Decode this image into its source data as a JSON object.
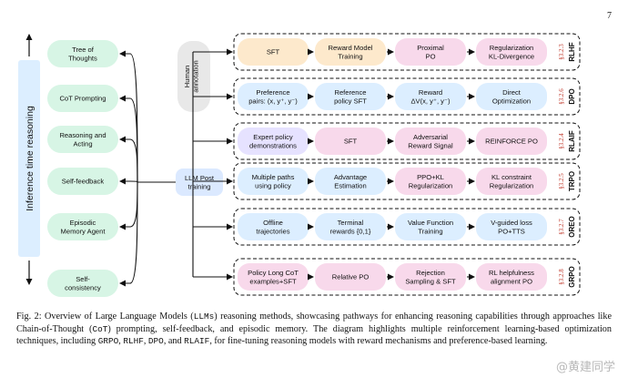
{
  "page_number": "7",
  "axis_label": "Inference time reasoning",
  "left_boxes": [
    {
      "id": "tot",
      "lines": [
        "Tree of",
        "Thoughts"
      ]
    },
    {
      "id": "cot",
      "lines": [
        "CoT Prompting"
      ]
    },
    {
      "id": "ra",
      "lines": [
        "Reasoning and",
        "Acting"
      ]
    },
    {
      "id": "sf",
      "lines": [
        "Self-feedback"
      ]
    },
    {
      "id": "ema",
      "lines": [
        "Episodic",
        "Memory Agent"
      ]
    },
    {
      "id": "sc",
      "lines": [
        "Self-",
        "consistency"
      ]
    }
  ],
  "center_box": {
    "lines": [
      "LLM Post",
      "training"
    ]
  },
  "human_box": {
    "lines": [
      "Human",
      "annotation"
    ]
  },
  "rows": [
    {
      "tag": "RLHF",
      "section": "§3.2.3",
      "steps": [
        [
          "SFT"
        ],
        [
          "Reward Model",
          "Training"
        ],
        [
          "Proximal",
          "PO"
        ],
        [
          "Regularization",
          "KL-Divergence"
        ]
      ]
    },
    {
      "tag": "DPO",
      "section": "§3.2.6",
      "steps": [
        [
          "Preference",
          "pairs: (x, y⁺, y⁻)"
        ],
        [
          "Reference",
          "policy SFT"
        ],
        [
          "Reward",
          "ΔV(x, y⁺, y⁻)"
        ],
        [
          "Direct",
          "Optimization"
        ]
      ]
    },
    {
      "tag": "RLAIF",
      "section": "§3.2.4",
      "steps": [
        [
          "Expert policy",
          "demonstrations"
        ],
        [
          "SFT"
        ],
        [
          "Adversarial",
          "Reward Signal"
        ],
        [
          "REINFORCE PO"
        ]
      ]
    },
    {
      "tag": "TRPO",
      "section": "§3.2.5",
      "steps": [
        [
          "Multiple paths",
          "using policy"
        ],
        [
          "Advantage",
          "Estimation"
        ],
        [
          "PPO+KL",
          "Regularization"
        ],
        [
          "KL constraint",
          "Regularization"
        ]
      ]
    },
    {
      "tag": "OREO",
      "section": "§3.2.7",
      "steps": [
        [
          "Offline",
          "trajectories"
        ],
        [
          "Terminal",
          "rewards {0,1}"
        ],
        [
          "Value Function",
          "Training"
        ],
        [
          "V-guided loss",
          "PO+TTS"
        ]
      ]
    },
    {
      "tag": "GRPO",
      "section": "§3.2.8",
      "steps": [
        [
          "Policy Long CoT",
          "examples+SFT"
        ],
        [
          "Relative PO"
        ],
        [
          "Rejection",
          "Sampling & SFT"
        ],
        [
          "RL helpfulness",
          "alignment PO"
        ]
      ]
    }
  ],
  "colors": {
    "left_fill": "#d7f5e5",
    "center_fill": "#dbe9ff",
    "human_fill": "#e8e8e8",
    "rows": [
      [
        "#fde9cc",
        "#fde9cc",
        "#f8d9eb",
        "#f8d9eb"
      ],
      [
        "#dceeff",
        "#dceeff",
        "#dceeff",
        "#dceeff"
      ],
      [
        "#e6e2ff",
        "#f8d9eb",
        "#f8d9eb",
        "#f8d9eb"
      ],
      [
        "#dceeff",
        "#dceeff",
        "#f8d9eb",
        "#f8d9eb"
      ],
      [
        "#dceeff",
        "#dceeff",
        "#dceeff",
        "#dceeff"
      ],
      [
        "#f8d9eb",
        "#f8d9eb",
        "#f8d9eb",
        "#f8d9eb"
      ]
    ]
  },
  "caption": {
    "lead": "Fig. 2: Overview of Large Language Models (",
    "llms": "LLMs",
    "p1": ") reasoning methods, showcasing pathways for enhancing reasoning capabilities through approaches like Chain-of-Thought (",
    "cot": "CoT",
    "p2": ") prompting, self-feedback, and episodic memory. The diagram highlights multiple reinforcement learning-based optimization techniques, including ",
    "grpo": "GRPO",
    "p3": ", ",
    "rlhf": "RLHF",
    "p4": ", ",
    "dpo": "DPO",
    "p5": ", and ",
    "rlaif": "RLAIF",
    "p6": ", for fine-tuning reasoning models with reward mechanisms and preference-based learning."
  },
  "watermark": "@黄建同学"
}
